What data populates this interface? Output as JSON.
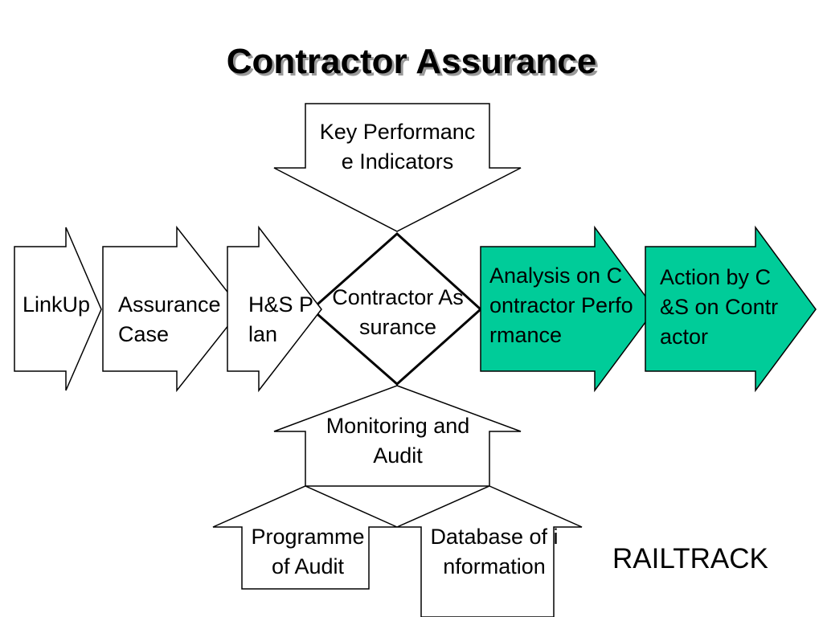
{
  "title": "Contractor Assurance",
  "colors": {
    "stroke": "#000000",
    "fill": "#ffffff",
    "highlight": "#00cc99"
  },
  "nodes": {
    "kpi": "Key Performance Indicators",
    "contractor_assurance": "Contractor Assurance",
    "linkup": "LinkUp",
    "assurance_case": "Assurance Case",
    "hs_plan": "H&S Plan",
    "analysis": "Analysis on Contractor Performance",
    "action": "Action by C&S on Contractor",
    "monitoring": "Monitoring and Audit",
    "programme": "Programme of Audit",
    "database": "Database of information"
  },
  "logo_text": "RAILTRACK"
}
